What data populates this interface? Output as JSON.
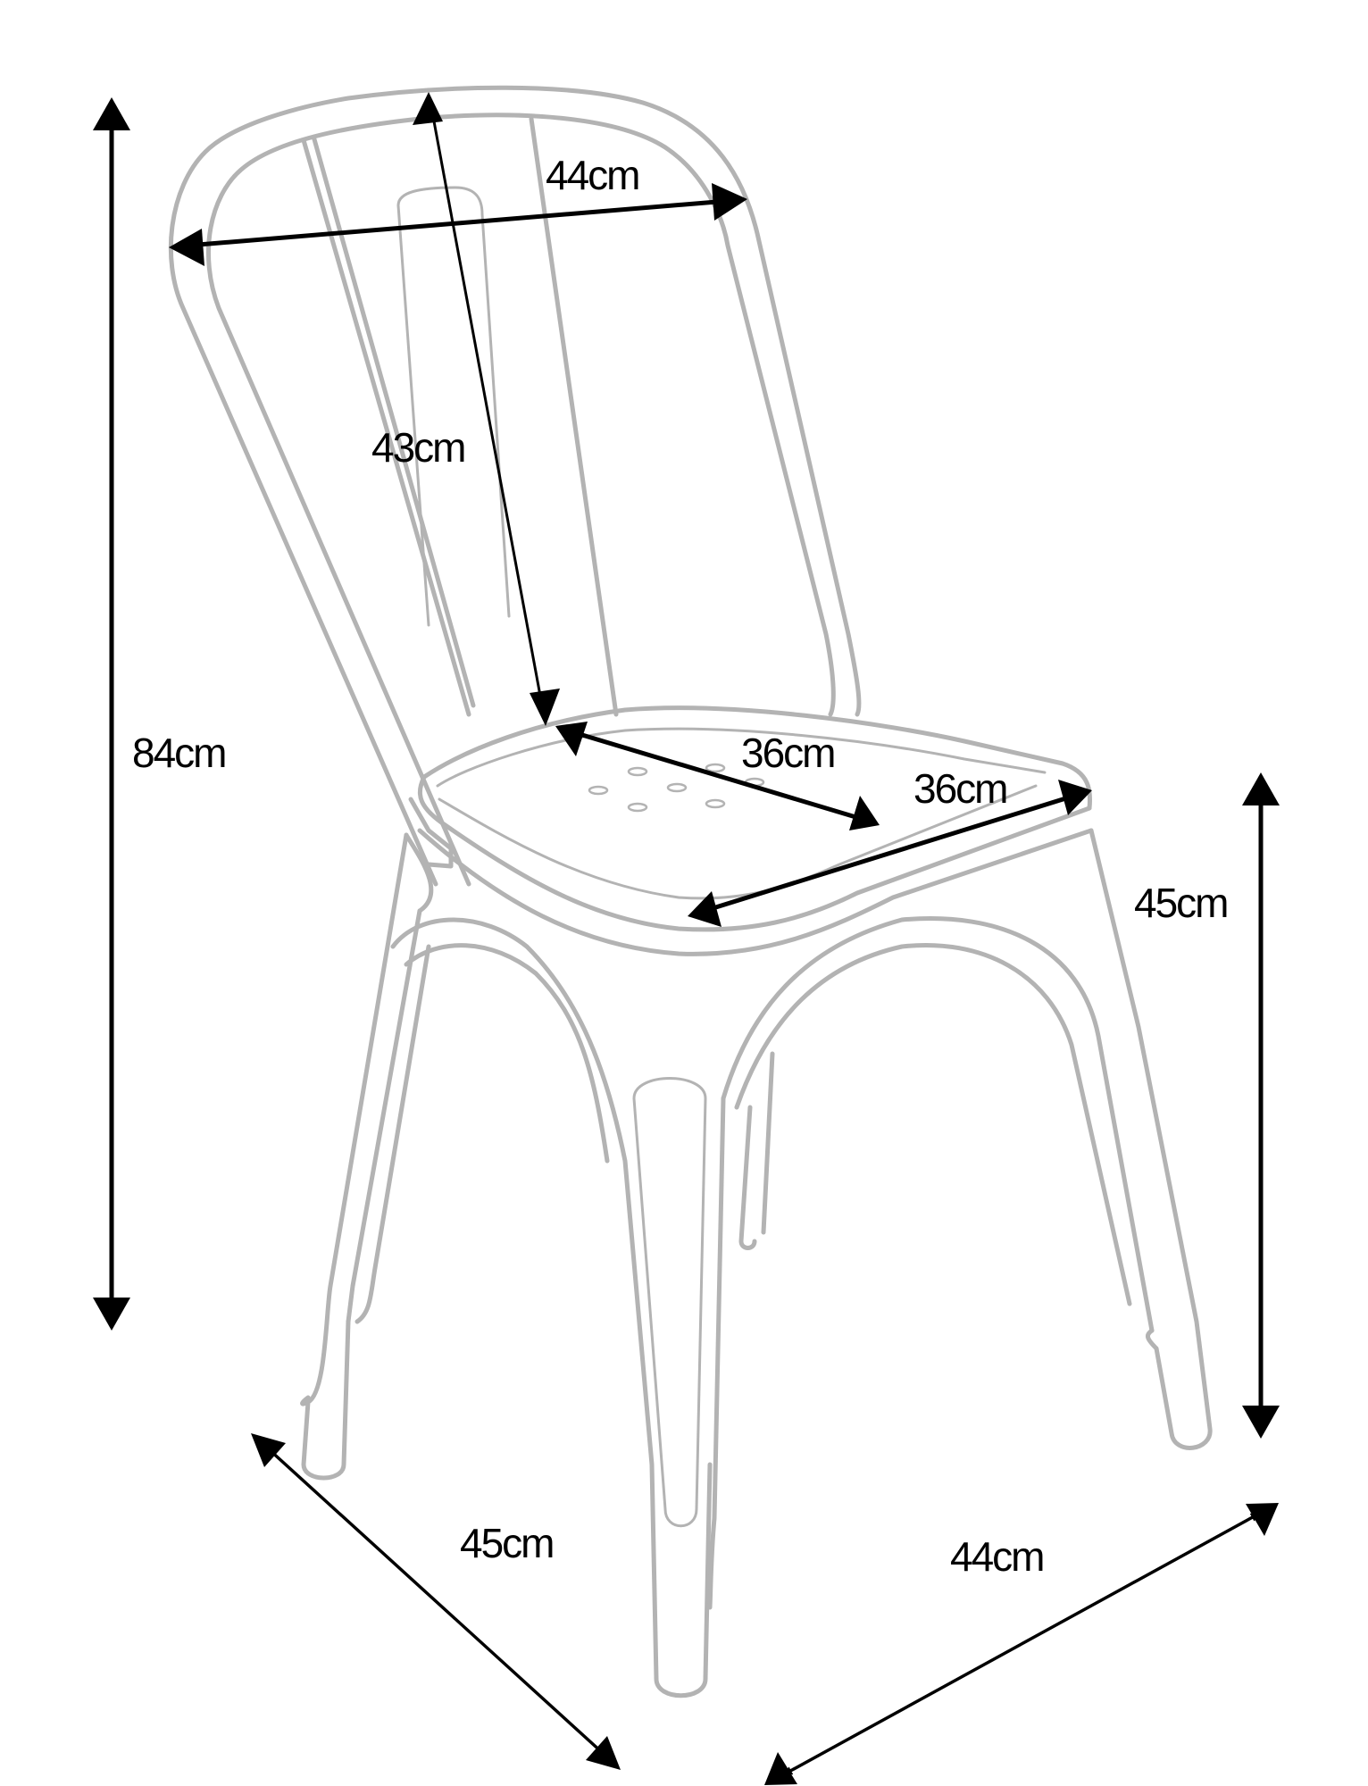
{
  "diagram": {
    "subject": "Metal stacking chair dimension drawing",
    "line_color": "#b3b3b3",
    "arrow_color": "#000000",
    "dimensions": {
      "total_height": "84cm",
      "backrest_width": "44cm",
      "backrest_height": "43cm",
      "seat_depth": "36cm",
      "seat_width": "36cm",
      "seat_height": "45cm",
      "base_depth": "45cm",
      "base_width": "44cm"
    }
  }
}
